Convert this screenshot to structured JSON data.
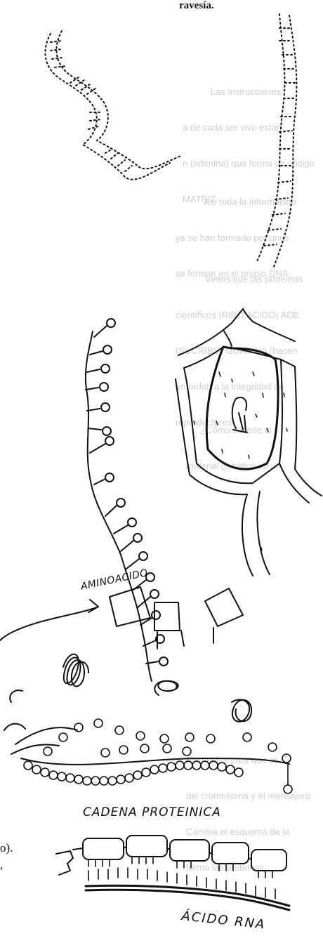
{
  "labels": {
    "aminoacid": "AMINOACIDO",
    "protein_chain": "CADENA PROTEINICA",
    "rna": "ÁCIDO RNA"
  },
  "fragments": {
    "top": "ravesía.",
    "left_1": "o).",
    "left_2": ","
  },
  "bleed_text": [
    "Las instrucciones",
    "a de cada ser vivo están",
    "n (adenina) que forma un código",
    "MATRIZ.",
    "Así toda la información",
    "ya se han formado por unos",
    "se forman en el propio DNA",
    "Vimos que las proteínas",
    "científicos (RIBO,ÁCIDO) ADE",
    "(SUCRIBO) GUANINA (hacen",
    "en orden a la integridad de",
    "reproductores.",
    "¿Cómo sucede el",
    "material genético en un",
    "El impulso para que el",
    "del cromosoma y el mensajero",
    "Cambia el esquema de la",
    "forma las proteínas."
  ]
}
